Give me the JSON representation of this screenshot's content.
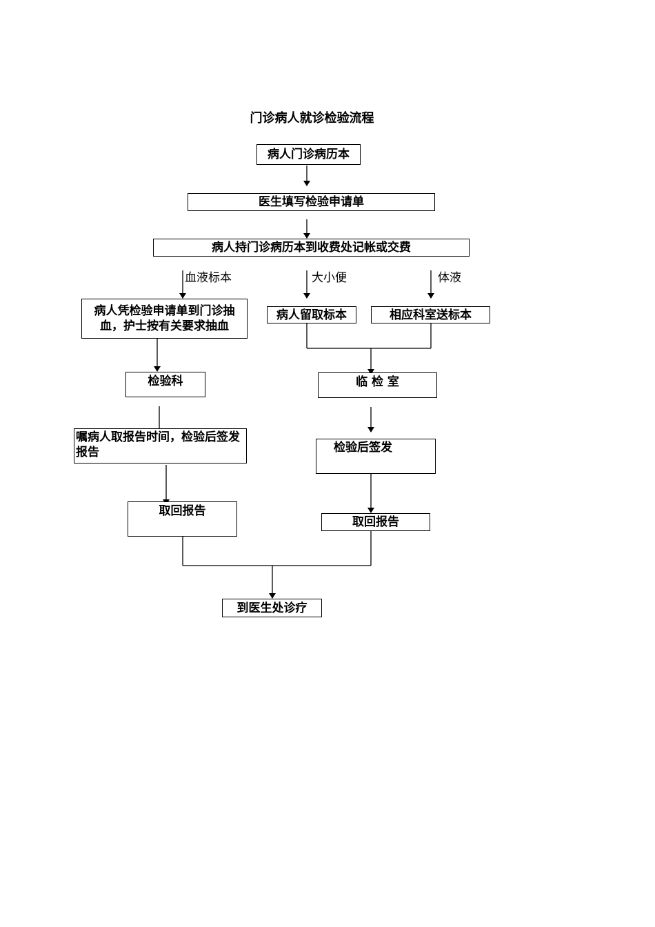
{
  "title": "门诊病人就诊检验流程",
  "nodes": {
    "n1": "病人门诊病历本",
    "n2": "医生填写检验申请单",
    "n3": "病人持门诊病历本到收费处记帐或交费",
    "blood_draw": "病人凭检验申请单到门诊抽血，护士按有关要求抽血",
    "keep_specimen": "病人留取标本",
    "dept_send": "相应科室送标本",
    "lab_dept": "检验科",
    "clinic_lab": "临 检 室",
    "tell_time": "嘱病人取报告时间，检验后签发报告",
    "sign_report": "检验后签发",
    "get_report_left": "取回报告",
    "get_report_right": "取回报告",
    "to_doctor": "到医生处诊疗"
  },
  "labels": {
    "blood": "血液标本",
    "stool": "大小便",
    "fluid": "体液"
  }
}
